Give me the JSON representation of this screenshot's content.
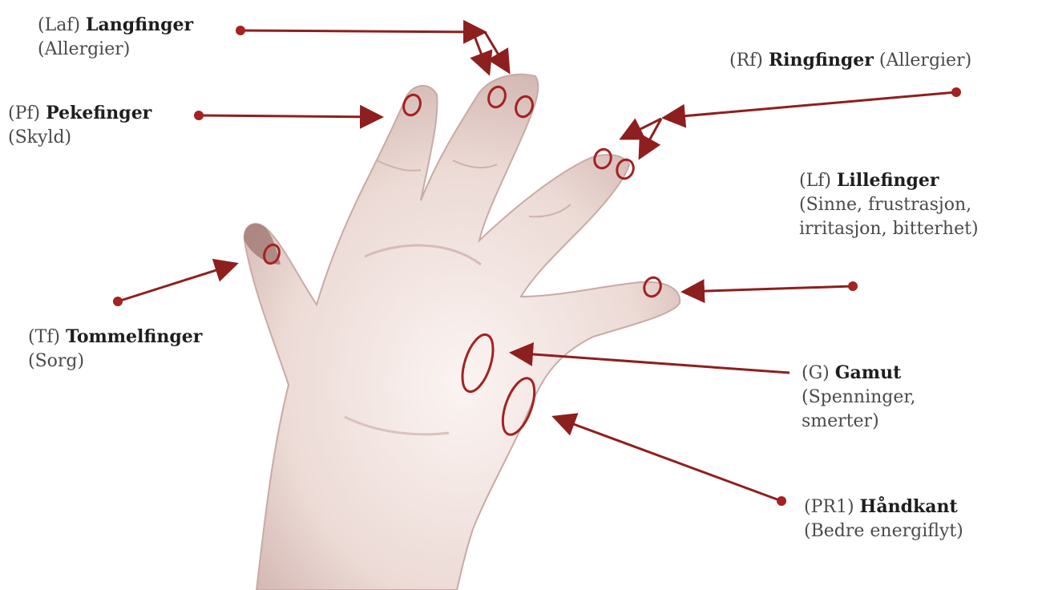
{
  "points": [
    {
      "id": "langfinger",
      "abbr": "(Laf)",
      "name": "Langfinger",
      "desc": [
        "(Allergier)"
      ]
    },
    {
      "id": "pekefinger",
      "abbr": "(Pf)",
      "name": "Pekefinger",
      "desc": [
        "(Skyld)"
      ]
    },
    {
      "id": "ringfinger",
      "abbr": "(Rf)",
      "name": "Ringfinger",
      "desc_inline": "(Allergier)"
    },
    {
      "id": "lillefinger",
      "abbr": "(Lf)",
      "name": "Lillefinger",
      "desc": [
        "(Sinne, frustrasjon,",
        "irritasjon, bitterhet)"
      ]
    },
    {
      "id": "tommelfinger",
      "abbr": "(Tf)",
      "name": "Tommelfinger",
      "desc": [
        "(Sorg)"
      ]
    },
    {
      "id": "gamut",
      "abbr": "(G)",
      "name": "Gamut",
      "desc": [
        "(Spenninger,",
        "smerter)"
      ]
    },
    {
      "id": "handkant",
      "abbr": "(PR1)",
      "name": "Håndkant",
      "desc": [
        "(Bedre energiflyt)"
      ]
    }
  ],
  "colors": {
    "marker": "#a32222",
    "arrow": "#8e1f1f",
    "skin_light": "#f3e6e2",
    "skin_mid": "#e2c9c3",
    "skin_shadow": "#b89590"
  }
}
